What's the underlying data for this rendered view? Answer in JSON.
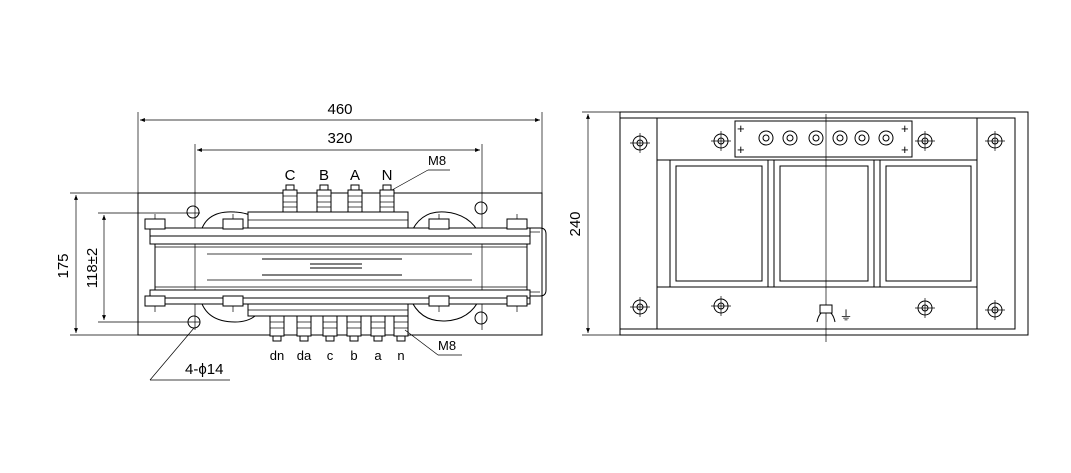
{
  "front_view": {
    "dim_overall": "460",
    "dim_mounting": "320",
    "dim_height": "175",
    "dim_inner": "118±2",
    "hole_callout": "4-ϕ14",
    "bolt_top": "M8",
    "bolt_bottom": "M8",
    "primary_terminals": [
      "C",
      "B",
      "A",
      "N"
    ],
    "secondary_terminals": [
      "dn",
      "da",
      "c",
      "b",
      "a",
      "n"
    ]
  },
  "side_view": {
    "dim_height": "240",
    "ground_symbol": "⏚"
  }
}
